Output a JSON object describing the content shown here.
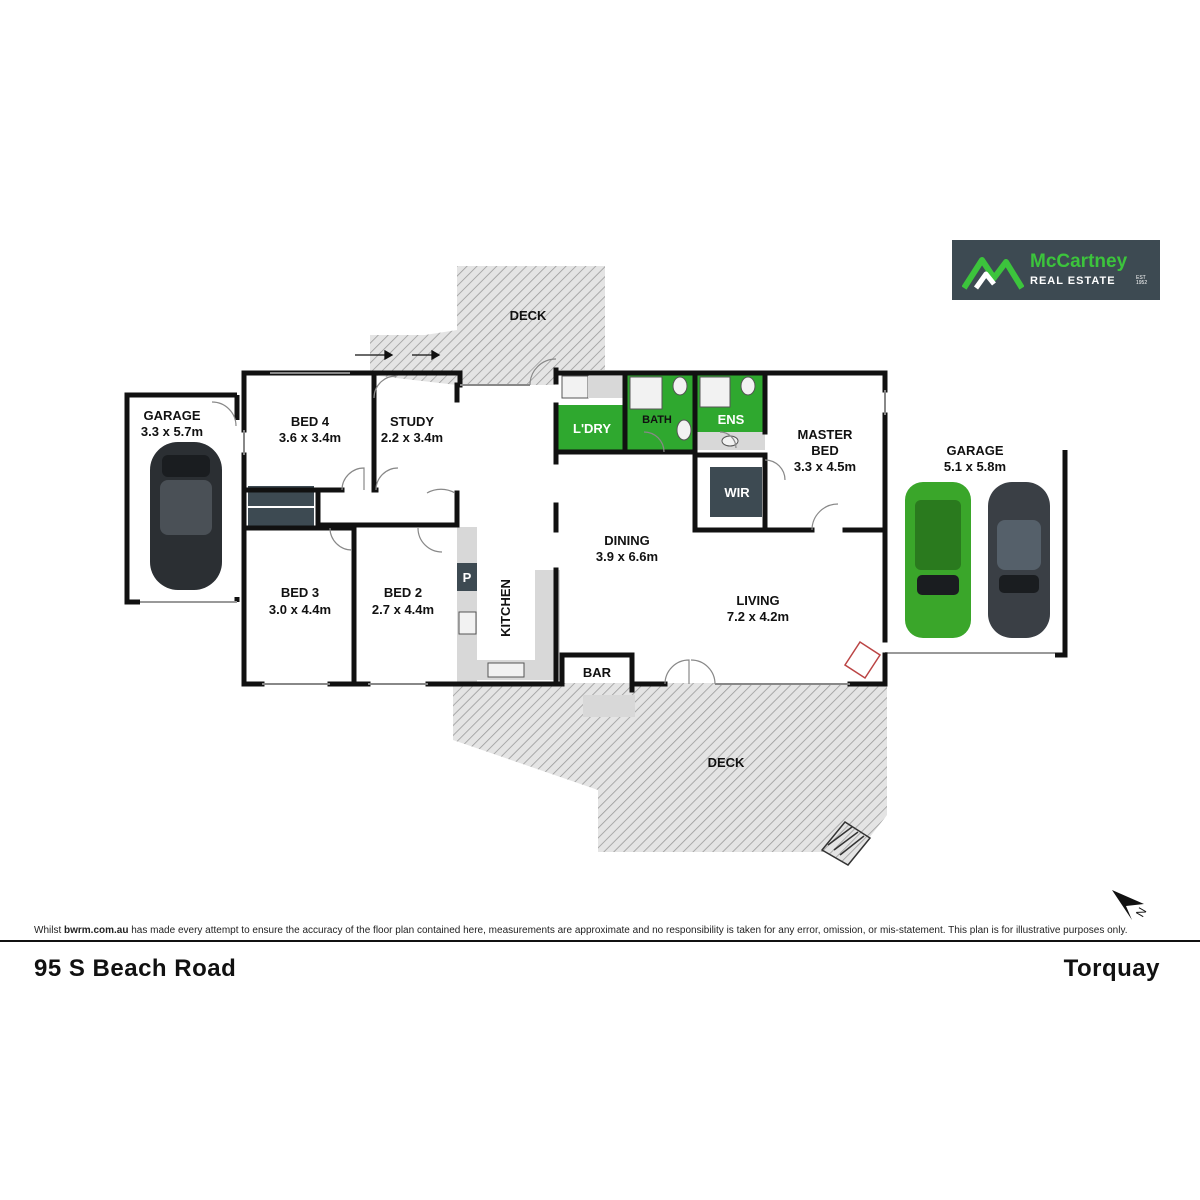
{
  "rooms": {
    "garage_left": {
      "name": "GARAGE",
      "size": "3.3 x 5.7m"
    },
    "bed4": {
      "name": "BED 4",
      "size": "3.6 x 3.4m"
    },
    "study": {
      "name": "STUDY",
      "size": "2.2 x 3.4m"
    },
    "deck_top": {
      "name": "DECK"
    },
    "laundry": {
      "name": "L'DRY"
    },
    "bath": {
      "name": "BATH"
    },
    "ensuite": {
      "name": "ENS"
    },
    "wir": {
      "name": "WIR"
    },
    "master": {
      "name_line1": "MASTER",
      "name_line2": "BED",
      "size": "3.3 x 4.5m"
    },
    "garage_right": {
      "name": "GARAGE",
      "size": "5.1 x 5.8m"
    },
    "bed3": {
      "name": "BED 3",
      "size": "3.0 x 4.4m"
    },
    "bed2": {
      "name": "BED 2",
      "size": "2.7 x 4.4m"
    },
    "kitchen": {
      "name": "KITCHEN"
    },
    "pantry": {
      "name": "P"
    },
    "dining": {
      "name": "DINING",
      "size": "3.9 x 6.6m"
    },
    "living": {
      "name": "LIVING",
      "size": "7.2 x 4.2m"
    },
    "bar": {
      "name": "BAR"
    },
    "deck_bottom": {
      "name": "DECK"
    }
  },
  "colors": {
    "wet_area": "#2fa82f",
    "wall": "#111111",
    "deck_hatch": "#a9a9a9",
    "logo_bg": "#3d4a52",
    "logo_green": "#3cc43c"
  },
  "logo": {
    "brand": "McCartney",
    "sub": "REAL ESTATE",
    "est": "EST 1952"
  },
  "disclaimer": {
    "prefix": "Whilst ",
    "site": "bwrm.com.au",
    "text": " has made every attempt to ensure the accuracy of the floor plan contained here, measurements are approximate and no responsibility is taken for any error, omission, or mis-statement. This plan is for illustrative purposes only."
  },
  "footer": {
    "address": "95 S Beach Road",
    "suburb": "Torquay"
  },
  "compass": {
    "label": "N",
    "icon": "north-arrow-icon"
  }
}
